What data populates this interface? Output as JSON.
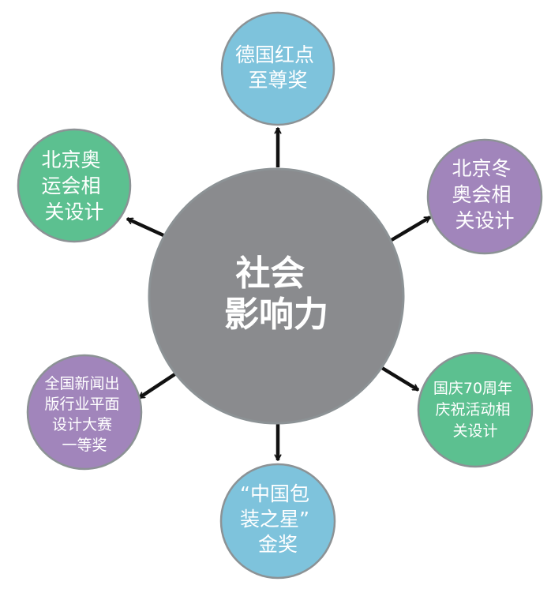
{
  "center": {
    "lines": [
      "社会",
      "影响力"
    ],
    "color": "#8a8b8e"
  },
  "nodes": [
    {
      "id": "top",
      "lines": [
        "德国红点",
        "至尊奖"
      ],
      "color": "#7ec3dc"
    },
    {
      "id": "upper-right",
      "lines": [
        "北京冬",
        "奥会相",
        "关设计"
      ],
      "color": "#a185bb"
    },
    {
      "id": "lower-right",
      "lines": [
        "国庆70周年",
        "庆祝活动相",
        "关设计"
      ],
      "color": "#5cc090"
    },
    {
      "id": "bottom",
      "lines": [
        "“中国包",
        "装之星”",
        "金奖"
      ],
      "color": "#7ec3dc"
    },
    {
      "id": "lower-left",
      "lines": [
        "全国新闻出",
        "版行业平面",
        "设计大赛",
        "一等奖"
      ],
      "color": "#a185bb"
    },
    {
      "id": "upper-left",
      "lines": [
        "北京奥",
        "运会相",
        "关设计"
      ],
      "color": "#5cc090"
    }
  ],
  "colors": {
    "node_border": "#8c9295",
    "arrow": "#111111",
    "text": "#ffffff"
  }
}
